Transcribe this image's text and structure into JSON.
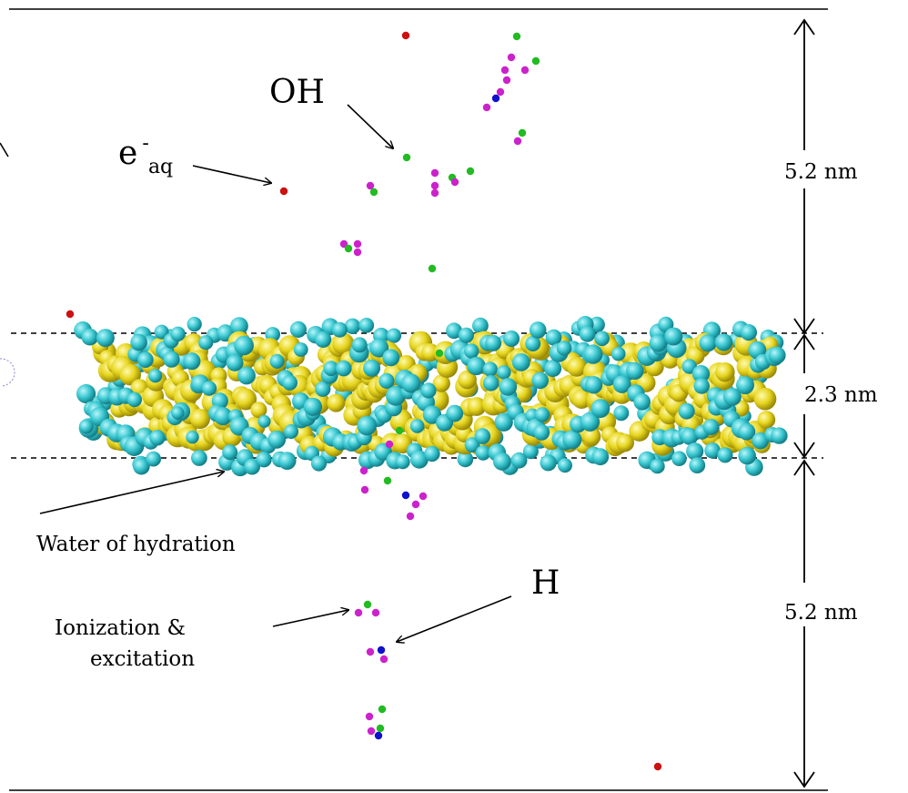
{
  "labels": {
    "oh": "OH",
    "eaq_main": "e",
    "eaq_sup": "-",
    "eaq_sub": "aq",
    "water": "Water of hydration",
    "ionization_line1": "Ionization &",
    "ionization_line2": "excitation",
    "h": "H"
  },
  "dimensions": {
    "upper": "5.2 nm",
    "middle": "2.3 nm",
    "lower": "5.2 nm"
  },
  "colors": {
    "dna_backbone": "#38c6cf",
    "dna_bases": "#e6d51e",
    "species_red": "#cc1111",
    "species_green": "#22bb22",
    "species_magenta": "#cc22cc",
    "species_blue": "#1111cc",
    "line": "#000000"
  }
}
